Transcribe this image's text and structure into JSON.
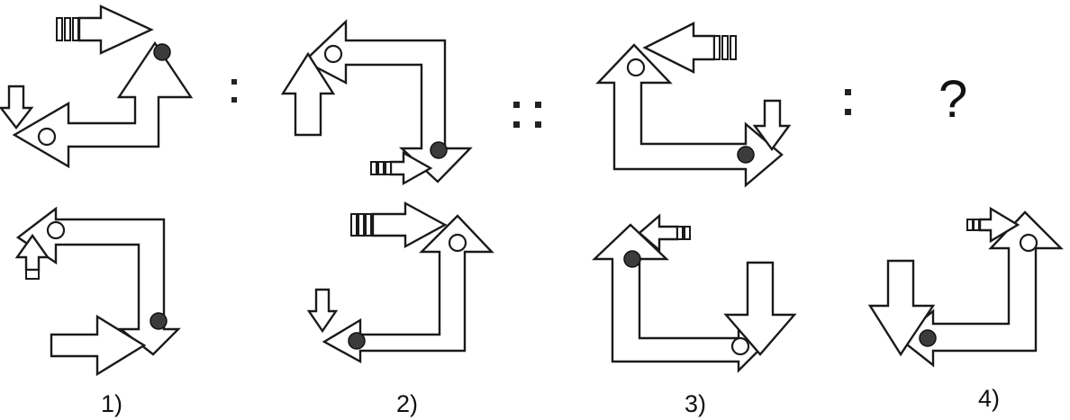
{
  "question": {
    "symbol": "?"
  },
  "options": [
    {
      "label": "1)"
    },
    {
      "label": "2)"
    },
    {
      "label": "3)"
    },
    {
      "label": "4)"
    }
  ],
  "colors": {
    "stroke": "#1a1a1a",
    "filled_ball": "#3b3b3b",
    "background": "#ffffff"
  }
}
